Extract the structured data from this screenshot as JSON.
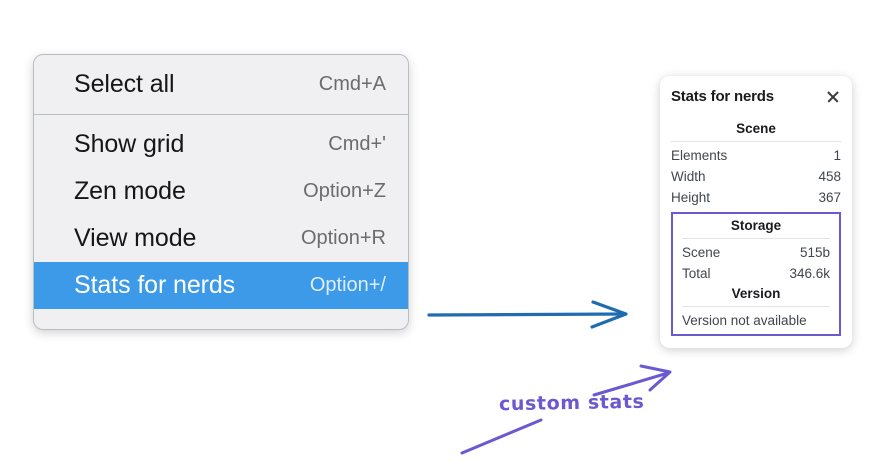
{
  "context_menu": {
    "name": "canvas-context-menu",
    "sections": [
      {
        "items": [
          {
            "label": "Select all",
            "shortcut": "Cmd+A",
            "selected": false
          }
        ]
      },
      {
        "items": [
          {
            "label": "Show grid",
            "shortcut": "Cmd+'",
            "selected": false
          },
          {
            "label": "Zen mode",
            "shortcut": "Option+Z",
            "selected": false
          },
          {
            "label": "View mode",
            "shortcut": "Option+R",
            "selected": false
          },
          {
            "label": "Stats for nerds",
            "shortcut": "Option+/",
            "selected": true
          }
        ]
      }
    ],
    "highlight_color": "#3c9ae8"
  },
  "stats_panel": {
    "title": "Stats for nerds",
    "close_icon": "close-icon",
    "scene": {
      "heading": "Scene",
      "rows": [
        {
          "label": "Elements",
          "value": "1"
        },
        {
          "label": "Width",
          "value": "458"
        },
        {
          "label": "Height",
          "value": "367"
        }
      ]
    },
    "storage": {
      "heading": "Storage",
      "rows": [
        {
          "label": "Scene",
          "value": "515b"
        },
        {
          "label": "Total",
          "value": "346.6k"
        }
      ]
    },
    "version": {
      "heading": "Version",
      "text": "Version not available"
    },
    "highlight_box_color": "#6a59d1"
  },
  "annotations": {
    "custom_stats_label": "custom stats",
    "arrow_blue_color": "#1f6cb0",
    "arrow_purple_color": "#6a59d1"
  }
}
